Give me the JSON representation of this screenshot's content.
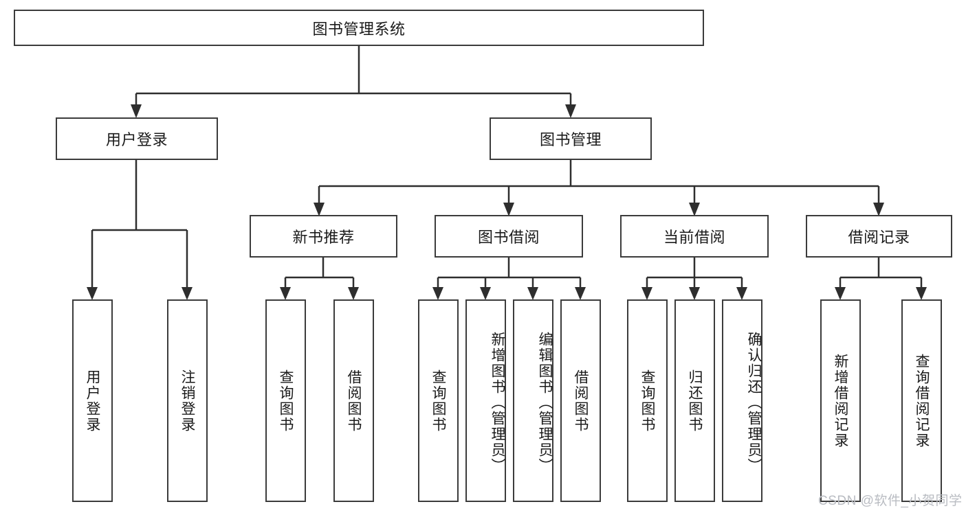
{
  "diagram": {
    "type": "tree-hierarchy",
    "title": "图书管理系统",
    "watermark": "CSDN @软件_小贺同学",
    "colors": {
      "box_border": "#3b3b3b",
      "box_fill": "#ffffff",
      "edge": "#2e2e2e",
      "text": "#1a1a1a",
      "watermark": "#b9bcc2",
      "background": "#ffffff"
    },
    "levels": {
      "root": {
        "label": "图书管理系统"
      },
      "level2": [
        {
          "id": "user-login",
          "label": "用户登录"
        },
        {
          "id": "book-manage",
          "label": "图书管理"
        }
      ],
      "level3": [
        {
          "id": "new-book-recommend",
          "label": "新书推荐",
          "parent": "book-manage"
        },
        {
          "id": "book-borrow",
          "label": "图书借阅",
          "parent": "book-manage"
        },
        {
          "id": "current-borrow",
          "label": "当前借阅",
          "parent": "book-manage"
        },
        {
          "id": "borrow-record",
          "label": "借阅记录",
          "parent": "book-manage"
        }
      ],
      "leaves": [
        {
          "id": "leaf-user-login",
          "label": "用户登录",
          "parent": "user-login"
        },
        {
          "id": "leaf-user-logout",
          "label": "注销登录",
          "parent": "user-login"
        },
        {
          "id": "leaf-query-book-1",
          "label": "查询图书",
          "parent": "new-book-recommend"
        },
        {
          "id": "leaf-borrow-book-1",
          "label": "借阅图书",
          "parent": "new-book-recommend"
        },
        {
          "id": "leaf-query-book-2",
          "label": "查询图书",
          "parent": "book-borrow"
        },
        {
          "id": "leaf-add-book",
          "label": "新增图书（管理员）",
          "parent": "book-borrow"
        },
        {
          "id": "leaf-edit-book",
          "label": "编辑图书（管理员）",
          "parent": "book-borrow"
        },
        {
          "id": "leaf-borrow-book-2",
          "label": "借阅图书",
          "parent": "book-borrow"
        },
        {
          "id": "leaf-query-book-3",
          "label": "查询图书",
          "parent": "current-borrow"
        },
        {
          "id": "leaf-return-book",
          "label": "归还图书",
          "parent": "current-borrow"
        },
        {
          "id": "leaf-confirm-return",
          "label": "确认归还（管理员）",
          "parent": "current-borrow"
        },
        {
          "id": "leaf-add-record",
          "label": "新增借阅记录",
          "parent": "borrow-record"
        },
        {
          "id": "leaf-query-record",
          "label": "查询借阅记录",
          "parent": "borrow-record"
        }
      ]
    }
  }
}
